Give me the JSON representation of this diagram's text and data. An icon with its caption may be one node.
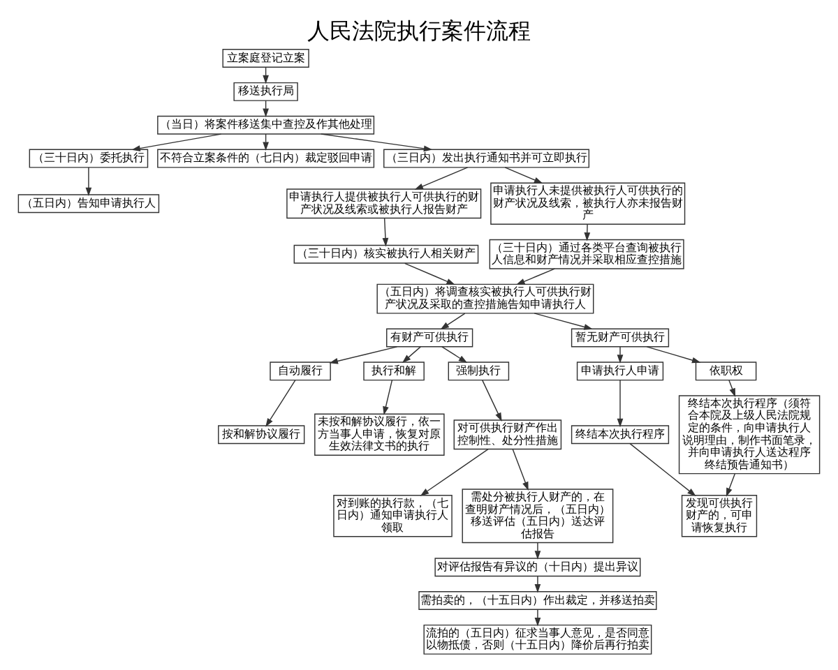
{
  "diagram": {
    "title": "人民法院执行案件流程",
    "nodes": [
      {
        "text": [
          "立案庭登记立案"
        ]
      },
      {
        "text": [
          "移送执行局"
        ]
      },
      {
        "text": [
          "（当日）将案件移送集中查控及作其他处理"
        ]
      },
      {
        "text": [
          "（三十日内）委托执行"
        ]
      },
      {
        "text": [
          "不符合立案条件的（七日内）裁定驳回申请"
        ]
      },
      {
        "text": [
          "（三日内）发出执行通知书并可立即执行"
        ]
      },
      {
        "text": [
          "（五日内）告知申请执行人"
        ]
      },
      {
        "text": [
          "申请执行人提供被执行人可供执行的财产状况及线索或被执行人报告财产"
        ]
      },
      {
        "text": [
          "申请执行人未提供被执行人可供执行的财产状况及线索，被执行人亦未报告财产"
        ]
      },
      {
        "text": [
          "（三十日内）核实被执行人相关财产"
        ]
      },
      {
        "text": [
          "（三十日内）通过各类平台查询被执行人信息和财产情况并采取相应查控措施"
        ]
      },
      {
        "text": [
          "（五日内）将调查核实被执行人可供执行财产状况及采取的查控措施告知申请执行人"
        ]
      },
      {
        "text": [
          "有财产可供执行"
        ]
      },
      {
        "text": [
          "暂无财产可供执行"
        ]
      },
      {
        "text": [
          "自动履行"
        ]
      },
      {
        "text": [
          "执行和解"
        ]
      },
      {
        "text": [
          "强制执行"
        ]
      },
      {
        "text": [
          "申请执行人申请"
        ]
      },
      {
        "text": [
          "依职权"
        ]
      },
      {
        "text": [
          "按和解协议履行"
        ]
      },
      {
        "text": [
          "未按和解协议履行，依一方当事人申请，恢复对原生效法律文书的执行"
        ]
      },
      {
        "text": [
          "对可供执行财产作出控制性、处分性措施"
        ]
      },
      {
        "text": [
          "终结本次执行程序"
        ]
      },
      {
        "text": [
          "终结本次执行程序（须符合本院及上级人民法院规定的条件，向申请执行人说明理由，制作书面笔录，并向申请执行人送达程序终结预告通知书）"
        ]
      },
      {
        "text": [
          "对到账的执行款，（七日内）通知申请执行人领取"
        ]
      },
      {
        "text": [
          "需处分被执行人财产的，在查明财产情况后，（五日内）移送评估（五日内）送达评估报告"
        ]
      },
      {
        "text": [
          "发现可供执行财产的，可申请恢复执行"
        ]
      },
      {
        "text": [
          "对评估报告有异议的（十日内）提出异议"
        ]
      },
      {
        "text": [
          "需拍卖的，（十五日内）作出裁定，并移送拍卖"
        ]
      },
      {
        "text": [
          "流拍的（五日内）征求当事人意见，是否同意以物抵债，否则（十五日内）降价后再行拍卖"
        ]
      }
    ],
    "edges": [
      {
        "from": 0,
        "to": 1,
        "arrow": "to"
      },
      {
        "from": 1,
        "to": 2,
        "arrow": "to"
      },
      {
        "from": 2,
        "to": 3,
        "arrow": "to"
      },
      {
        "from": 2,
        "to": 4,
        "arrow": "to"
      },
      {
        "from": 2,
        "to": 5,
        "arrow": "to"
      },
      {
        "from": 3,
        "to": 6,
        "arrow": "to"
      },
      {
        "from": 5,
        "to": 7,
        "arrow": "to"
      },
      {
        "from": 5,
        "to": 8,
        "arrow": "to"
      },
      {
        "from": 7,
        "to": 9,
        "arrow": "to"
      },
      {
        "from": 8,
        "to": 10,
        "arrow": "to"
      },
      {
        "from": 9,
        "to": 11,
        "arrow": "to"
      },
      {
        "from": 10,
        "to": 11,
        "arrow": "to"
      },
      {
        "from": 11,
        "to": 12,
        "arrow": "to"
      },
      {
        "from": 11,
        "to": 13,
        "arrow": "to"
      },
      {
        "from": 12,
        "to": 14,
        "arrow": "to"
      },
      {
        "from": 12,
        "to": 15,
        "arrow": "to"
      },
      {
        "from": 12,
        "to": 16,
        "arrow": "to"
      },
      {
        "from": 13,
        "to": 17,
        "arrow": "to"
      },
      {
        "from": 13,
        "to": 18,
        "arrow": "to"
      },
      {
        "from": 14,
        "to": 19,
        "arrow": "to"
      },
      {
        "from": 15,
        "to": 20,
        "arrow": "to"
      },
      {
        "from": 16,
        "to": 21,
        "arrow": "to"
      },
      {
        "from": 17,
        "to": 22,
        "arrow": "to"
      },
      {
        "from": 18,
        "to": 23,
        "arrow": "to"
      },
      {
        "from": 21,
        "to": 24,
        "arrow": "to"
      },
      {
        "from": 21,
        "to": 25,
        "arrow": "to"
      },
      {
        "from": 22,
        "to": 26,
        "arrow": "to"
      },
      {
        "from": 23,
        "to": 26,
        "arrow": "to"
      },
      {
        "from": 25,
        "to": 27,
        "arrow": "to"
      },
      {
        "from": 27,
        "to": 28,
        "arrow": "to"
      },
      {
        "from": 28,
        "to": 29,
        "arrow": "to"
      }
    ]
  }
}
